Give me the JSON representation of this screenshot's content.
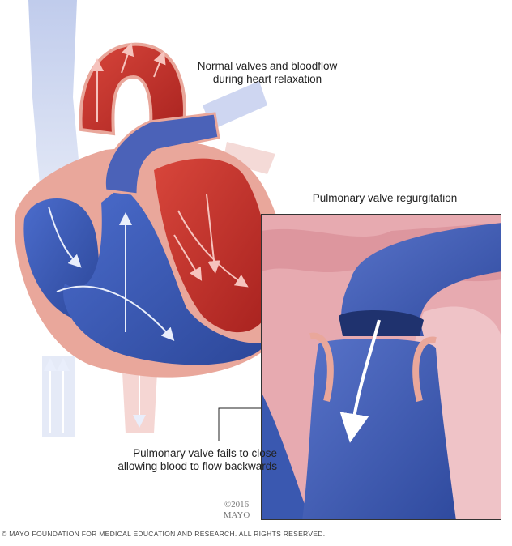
{
  "title": "Normal valves and bloodflow during heart relaxation",
  "title_lines": [
    "Normal valves and bloodflow",
    "during heart relaxation"
  ],
  "inset_title": "Pulmonary valve regurgitation",
  "callout_lines": [
    "Pulmonary valve fails to close",
    "allowing blood to flow backwards"
  ],
  "copyright_small_lines": [
    "©2016",
    "MAYO"
  ],
  "footer": "© MAYO FOUNDATION FOR MEDICAL EDUCATION AND RESEARCH. ALL RIGHTS RESERVED.",
  "colors": {
    "oxygen_poor_blue": "#3f62b8",
    "oxygen_rich_red": "#c8322e",
    "heart_wall_pink": "#e9a79b",
    "vein_pale": "#c9d3ec",
    "inset_pink": "#e7aab0"
  }
}
